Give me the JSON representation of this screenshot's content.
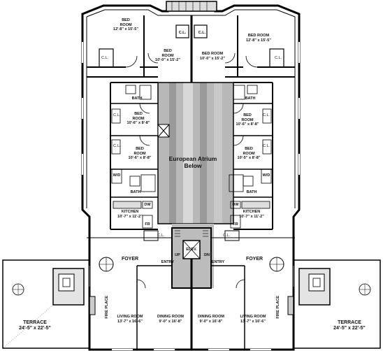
{
  "labels": {
    "bed_tl": "BED\nROOM\n12'-8\" x 15'-5\"",
    "bed_tc": "BED\nROOM\n10'-0\" x 15'-2\"",
    "bed_tc2": "BED ROOM\n10'-0\" x 15'-2\"",
    "bed_tr": "BED ROOM\n12'-8\" x 15'-5\"",
    "cl": "C.L.",
    "bath": "BATH",
    "bed_ml1": "BED\nROOM\n10'-6\" x 8'-8\"",
    "bed_ml2": "BED\nROOM\n10'-6\" x 8'-8\"",
    "bed_mr1": "BED\nROOM\n10'-6\" x 8'-8\"",
    "bed_mr2": "BED\nROOM\n10'-5\" x 8'-8\"",
    "atrium": "European Atrium\nBelow",
    "wd": "W/D",
    "dw": "DW",
    "fr": "FR",
    "kitchen_l": "KITCHEN\n10'-7\" x 11'-2\"",
    "kitchen_r": "KITCHEN\n10'-7\" x 11'-2\"",
    "foyer": "FOYER",
    "entry": "ENTRY",
    "up": "UP",
    "dn": "DN",
    "elev": "ELEV.",
    "living_l": "LIVING ROOM\n13'-7\" x 16'-6\"",
    "living_r": "LIVING ROOM\n13'-7\" x 16'-6\"",
    "dining_l": "DINING ROOM\n9'-0\" x 16'-8\"",
    "dining_r": "DINING ROOM\n9'-0\" x 16'-8\"",
    "fireplace": "FIRE PLACE",
    "terrace_l": "TERRACE\n24'-5\" x 22'-5\"",
    "terrace_r": "TERRACE\n24'-5\" x 22'-5\""
  }
}
